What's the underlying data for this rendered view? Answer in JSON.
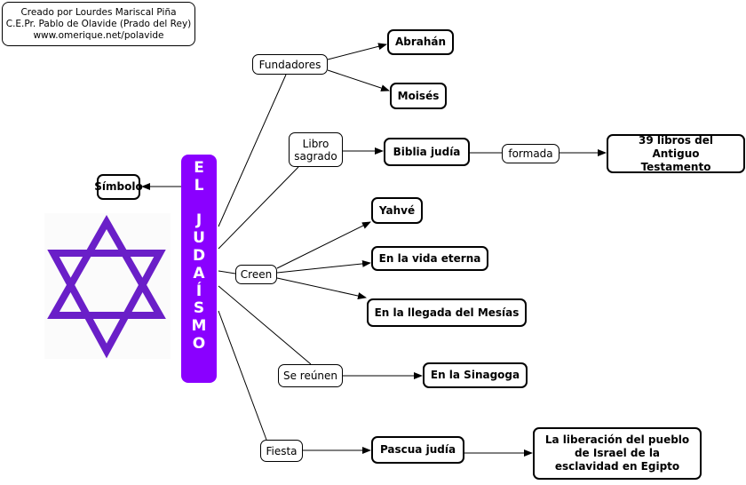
{
  "credit": {
    "lines": [
      "Creado por Lourdes Mariscal Piña",
      "C.E.Pr. Pablo de Olavide (Prado del Rey)",
      "www.omerique.net/polavide"
    ]
  },
  "main": {
    "letters": [
      "E",
      "L",
      " ",
      "J",
      "U",
      "D",
      "A",
      "Í",
      "S",
      "M",
      "O"
    ],
    "color": "#8a00ff"
  },
  "symbol": {
    "label": "Símbolo",
    "icon": "star-of-david-icon",
    "color": "#6a1fc8"
  },
  "fundadores": {
    "label": "Fundadores",
    "items": [
      "Abrahán",
      "Moisés"
    ]
  },
  "libro": {
    "label": "Libro sagrado",
    "concept": "Biblia judía",
    "link": "formada",
    "result": "39 libros del Antiguo Testamento"
  },
  "creen": {
    "label": "Creen",
    "items": [
      "Yahvé",
      "En la vida eterna",
      "En la llegada del Mesías"
    ]
  },
  "reunen": {
    "label": "Se reúnen",
    "concept": "En la Sinagoga"
  },
  "fiesta": {
    "label": "Fiesta",
    "concept": "Pascua judía",
    "result": "La liberación del pueblo de Israel de la esclavidad en Egipto"
  }
}
